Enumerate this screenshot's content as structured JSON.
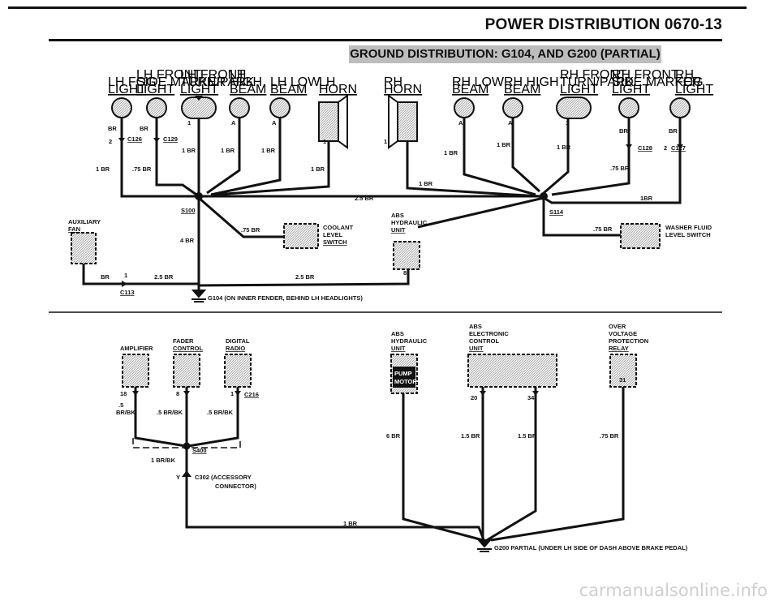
{
  "page": {
    "title": "POWER DISTRIBUTION   0670-13",
    "section_title": "GROUND DISTRIBUTION: G104, AND G200 (PARTIAL)",
    "watermark": "carmanualsonline.info"
  },
  "top_components": [
    {
      "id": "lh-fog",
      "lines": [
        "LH FOG",
        "LIGHT"
      ]
    },
    {
      "id": "lh-front-side-marker",
      "lines": [
        "LH FRONT",
        "SIDE MARKER",
        "LIGHT"
      ]
    },
    {
      "id": "lh-front-turn",
      "lines": [
        "LH FRONT",
        "TURN/PARK",
        "LIGHT"
      ]
    },
    {
      "id": "lh-high-beam",
      "lines": [
        "LH",
        "HIGH",
        "BEAM"
      ]
    },
    {
      "id": "lh-low-beam",
      "lines": [
        "LH LOW",
        "BEAM"
      ]
    },
    {
      "id": "lh-horn",
      "lines": [
        "LH",
        "HORN"
      ]
    },
    {
      "id": "rh-horn",
      "lines": [
        "RH",
        "HORN"
      ]
    },
    {
      "id": "rh-low-beam",
      "lines": [
        "RH LOW",
        "BEAM"
      ]
    },
    {
      "id": "rh-high-beam",
      "lines": [
        "RH HIGH",
        "BEAM"
      ]
    },
    {
      "id": "rh-front-turn",
      "lines": [
        "RH FRONT",
        "TURN/PARK",
        "LIGHT"
      ]
    },
    {
      "id": "rh-front-side-marker",
      "lines": [
        "RH FRONT",
        "SIDE MARKER",
        "LIGHT"
      ]
    },
    {
      "id": "rh-fog",
      "lines": [
        "RH",
        "FOG",
        "LIGHT"
      ]
    }
  ],
  "top_labels": {
    "aux_fan": [
      "AUXILIARY",
      "FAN"
    ],
    "coolant": [
      "COOLANT",
      "LEVEL",
      "SWITCH"
    ],
    "abs_hyd": [
      "ABS",
      "HYDRAULIC",
      "UNIT"
    ],
    "washer": [
      "WASHER FLUID",
      "LEVEL SWITCH"
    ],
    "s100": "S100",
    "s114": "S114",
    "c126": "C126",
    "c129": "C129",
    "c128": "C128",
    "c127": "C127",
    "c113": "C113",
    "g104": "G104 (ON INNER FENDER, BEHIND LH HEADLIGHTS)",
    "wires": {
      "br": "BR",
      "one_br": "1 BR",
      "p75_br": ".75 BR",
      "two5_br": "2.5 BR",
      "four_br": "4 BR",
      "one_br_nospace": "1BR"
    },
    "pins": {
      "p1": "1",
      "p2": "2",
      "pA": "A",
      "p8": "8"
    }
  },
  "bottom_labels": {
    "amplifier": [
      "AMPLIFIER"
    ],
    "fader": [
      "FADER",
      "CONTROL"
    ],
    "digital_radio": [
      "DIGITAL",
      "RADIO"
    ],
    "abs_hyd2": [
      "ABS",
      "HYDRAULIC",
      "UNIT"
    ],
    "pump_motor": [
      "PUMP",
      "MOTOR"
    ],
    "abs_ecu": [
      "ABS",
      "ELECTRONIC",
      "CONTROL",
      "UNIT"
    ],
    "overvolt": [
      "OVER",
      "VOLTAGE",
      "PROTECTION",
      "RELAY"
    ],
    "c216": "C216",
    "s400": "S400",
    "c302": [
      "C302  (ACCESSORY",
      "CONNECTOR)"
    ],
    "g200": "G200 PARTIAL (UNDER LH SIDE OF DASH ABOVE BRAKE PEDAL)",
    "wires": {
      "p5_brbk": ".5 BR/BK",
      "p5": ".5",
      "brbk": "BR/BK",
      "one_brbk": "1 BR/BK",
      "six_br": "6 BR",
      "one5_br": "1.5 BR",
      "p75_br": ".75 BR",
      "one_br": "1 BR"
    },
    "pins": {
      "p18": "18",
      "p8": "8",
      "p1": "1",
      "p20": "20",
      "p34": "34",
      "p31": "31",
      "pY": "Y"
    }
  }
}
